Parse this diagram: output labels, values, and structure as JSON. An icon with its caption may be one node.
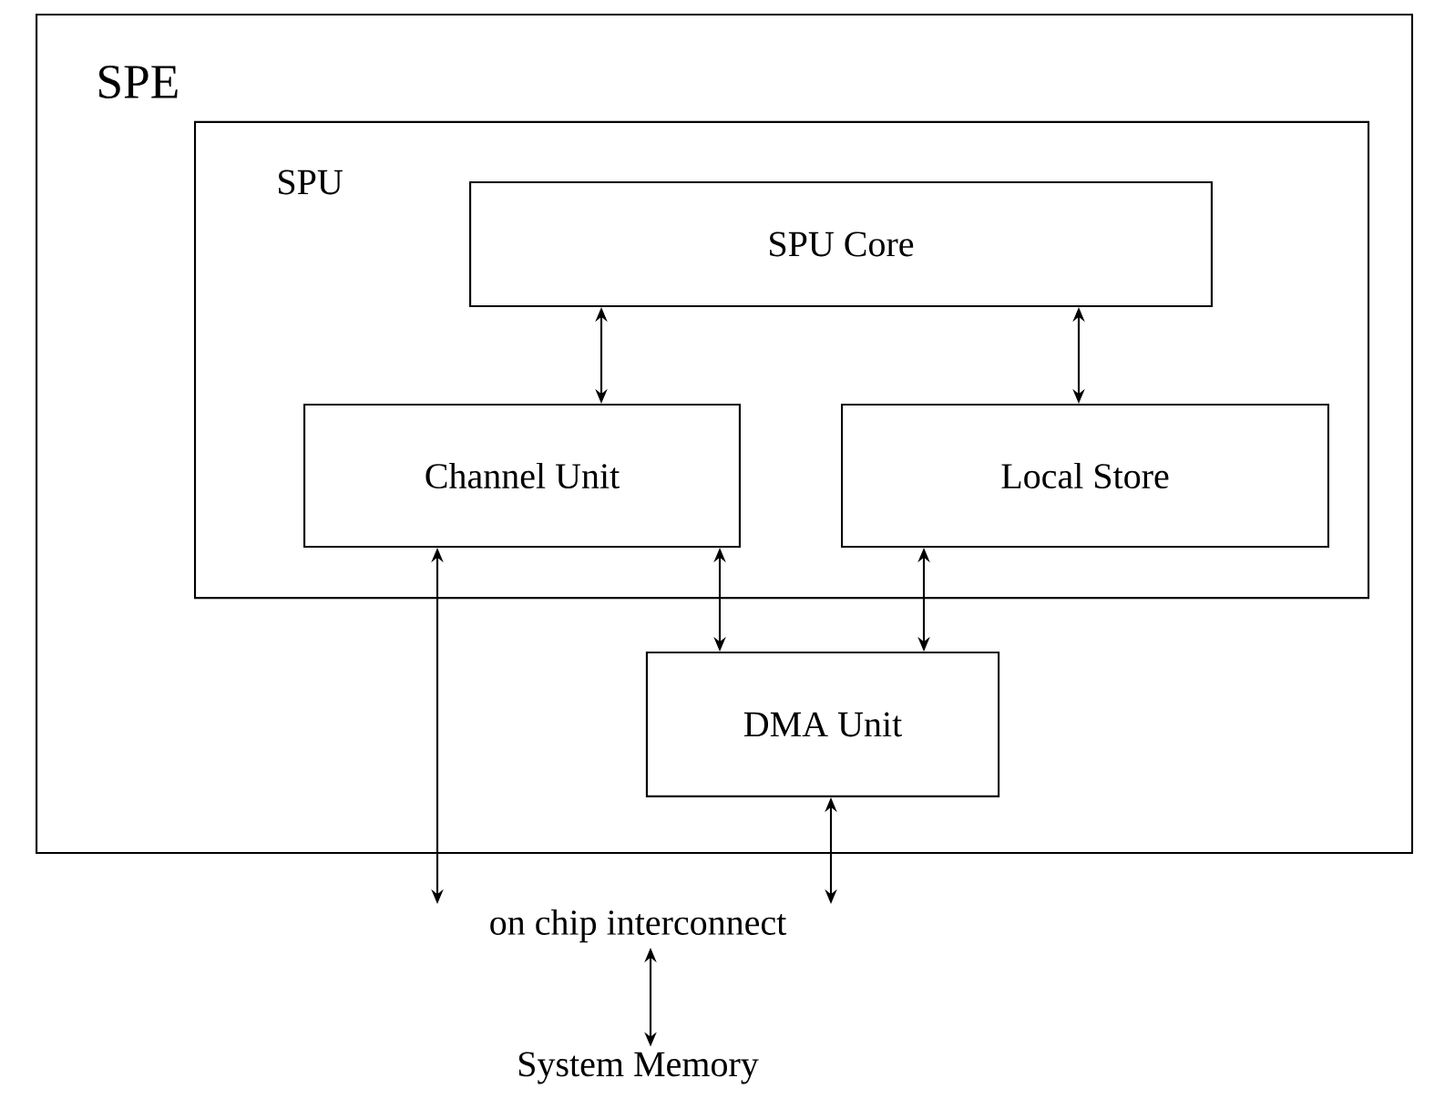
{
  "diagram": {
    "nodes": [
      {
        "text": [
          "SPE"
        ]
      },
      {
        "text": [
          "SPU"
        ],
        "in": 0
      },
      {
        "text": [
          "SPU Core"
        ],
        "in": 1
      },
      {
        "text": [
          "Channel Unit"
        ],
        "in": 1
      },
      {
        "text": [
          "Local Store"
        ],
        "in": 1
      },
      {
        "text": [
          "DMA Unit"
        ],
        "in": 0
      },
      {
        "text": [
          "on chip interconnect"
        ]
      },
      {
        "text": [
          "System Memory"
        ]
      }
    ],
    "edges": [
      {
        "from": 2,
        "to": 3,
        "arrow": "both"
      },
      {
        "from": 2,
        "to": 4,
        "arrow": "both"
      },
      {
        "from": 3,
        "to": 6,
        "arrow": "both"
      },
      {
        "from": 3,
        "to": 5,
        "arrow": "both"
      },
      {
        "from": 4,
        "to": 5,
        "arrow": "both"
      },
      {
        "from": 5,
        "to": 6,
        "arrow": "both"
      },
      {
        "from": 6,
        "to": 7,
        "arrow": "both"
      }
    ]
  }
}
